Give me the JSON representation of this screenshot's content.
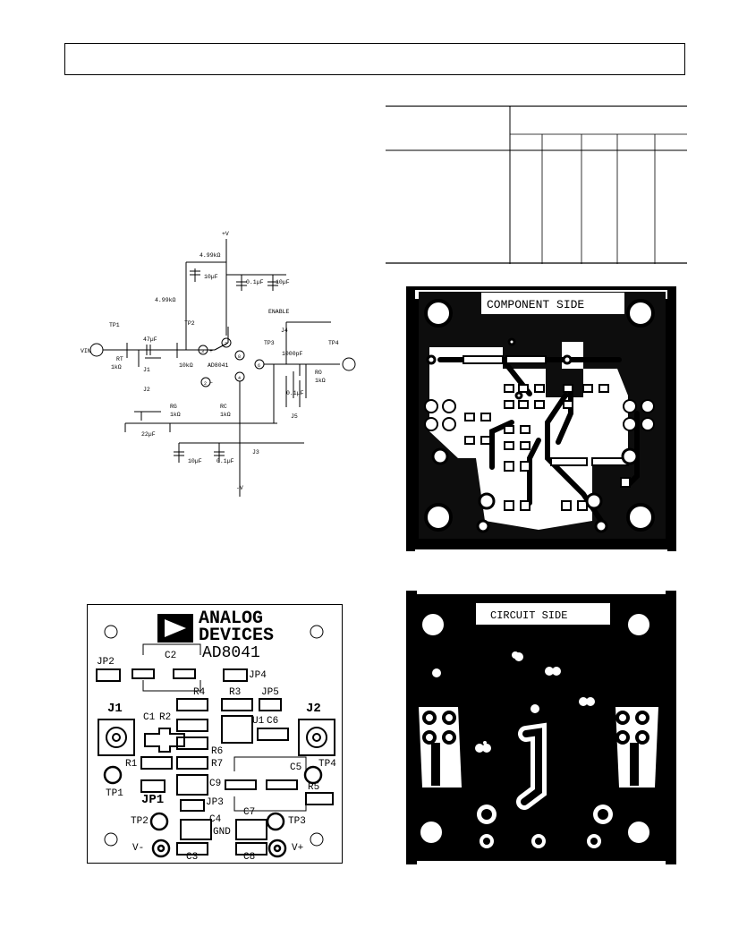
{
  "schematic": {
    "labels": {
      "plus_v": "+V",
      "minus_v": "-V",
      "r_top": "4.99kΩ",
      "r_fb": "4.99kΩ",
      "c_10uf_top": "10µF",
      "c_01uf_top": "0.1µF",
      "c_10uf_top2": "10µF",
      "enable": "ENABLE",
      "j4": "J4",
      "tp1": "TP1",
      "tp2": "TP2",
      "tp3": "TP3",
      "tp4": "TP4",
      "c_in": "47µF",
      "vin": "VIN",
      "rt": "RT",
      "rt_val": "1kΩ",
      "r_10k": "10kΩ",
      "part": "AD8041",
      "j1": "J1",
      "j2": "J2",
      "c_1000": "1000pF",
      "c_01_out": "0.1µF",
      "ro": "RO",
      "ro_val": "1kΩ",
      "j5": "J5",
      "rg": "RG",
      "rg_val": "1kΩ",
      "rc": "RC",
      "rc_val": "1kΩ",
      "c_22": "22µF",
      "c_10_bot": "10µF",
      "c_01_bot": "0.1µF",
      "j3": "J3",
      "pin_plus": "+",
      "pin_minus": "−",
      "n7": "7",
      "n8": "8",
      "n3": "3",
      "n2": "2",
      "n6": "6",
      "n4": "4"
    }
  },
  "component_side": {
    "title": "COMPONENT SIDE"
  },
  "circuit_side": {
    "title": "CIRCUIT SIDE"
  },
  "silkscreen": {
    "logo_line1": "ANALOG",
    "logo_line2": "DEVICES",
    "part": "AD8041",
    "refs": {
      "c2": "C2",
      "jp2": "JP2",
      "jp4": "JP4",
      "r4": "R4",
      "r3": "R3",
      "jp5": "JP5",
      "j1": "J1",
      "j2": "J2",
      "c1": "C1",
      "r2": "R2",
      "u1": "U1",
      "c6": "C6",
      "r6": "R6",
      "r1": "R1",
      "r7": "R7",
      "c5": "C5",
      "tp4": "TP4",
      "tp1": "TP1",
      "c9": "C9",
      "r5": "R5",
      "jp1": "JP1",
      "jp3": "JP3",
      "tp2": "TP2",
      "c4": "C4",
      "c7": "C7",
      "tp3": "TP3",
      "gnd": "GND",
      "vminus": "V-",
      "vplus": "V+",
      "c3": "C3",
      "c8": "C8"
    }
  }
}
